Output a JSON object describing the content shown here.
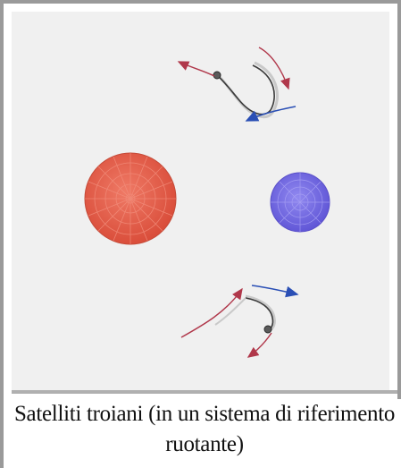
{
  "caption": "Satelliti troiani (in un sistema di riferimento ruotante)",
  "diagram": {
    "background_color": "#f0f0f0",
    "primary_body": {
      "name": "sun-disk",
      "color": "#e8604c"
    },
    "secondary_body": {
      "name": "planet-disk",
      "color": "#7b72e6"
    },
    "arrow_colors": {
      "red": "#b0374a",
      "blue": "#2a4fb5"
    },
    "trail_color": "#3a3a3a"
  }
}
